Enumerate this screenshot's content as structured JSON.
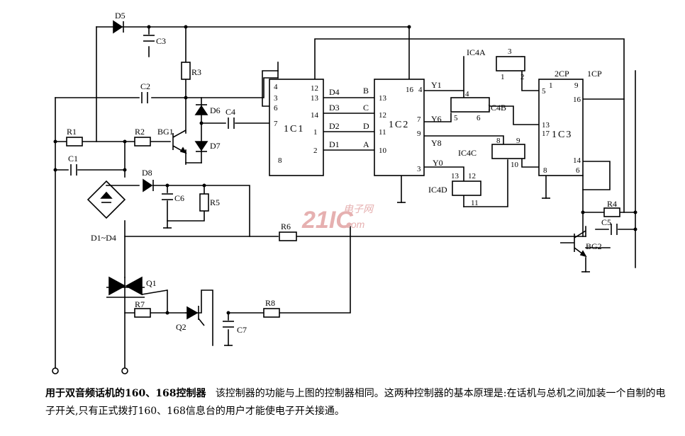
{
  "caption": {
    "title": "用于双音频话机的160、168控制器",
    "text": "该控制器的功能与上图的控制器相同。这两种控制器的基本原理是:在话机与总机之间加装一个自制的电子开关,只有正式拨打160、168信息台的用户才能使电子开关接通。"
  },
  "watermark": {
    "logo": "21IC",
    "site_top": "电子网",
    "site_bottom": ".com",
    "color": "#e6b0b0"
  },
  "components": {
    "d5": "D5",
    "c3": "C3",
    "r3": "R3",
    "c2": "C2",
    "d6": "D6",
    "c4": "C4",
    "d7": "D7",
    "r1": "R1",
    "r2": "R2",
    "bg1": "BG1",
    "c1": "C1",
    "d8": "D8",
    "c6": "C6",
    "r5": "R5",
    "bridge": "D1~D4",
    "r6": "R6",
    "q1": "Q1",
    "r7": "R7",
    "q2": "Q2",
    "c7": "C7",
    "r8": "R8",
    "r4": "R4",
    "c5": "C5",
    "bg2": "BG2"
  },
  "ics": {
    "ic1": "1C1",
    "ic2": "1C2",
    "ic3": "1C3",
    "ic4a": "IC4A",
    "ic4b": "IC4B",
    "ic4c": "IC4C",
    "ic4d": "IC4D"
  },
  "signals": {
    "d4": "D4",
    "d3": "D3",
    "d2": "D2",
    "d1": "D1",
    "b": "B",
    "c": "C",
    "d": "D",
    "a": "A",
    "y1": "Y1",
    "y6": "Y6",
    "y8": "Y8",
    "y0": "Y0",
    "cp2": "2CP",
    "cp1": "1CP"
  },
  "pins": {
    "ic1": {
      "p4": "4",
      "p3": "3",
      "p6": "6",
      "p7": "7",
      "p8": "8",
      "p12": "12",
      "p13": "13",
      "p14": "14",
      "p1": "1",
      "p2": "2"
    },
    "ic2": {
      "p13": "13",
      "p12": "12",
      "p11": "11",
      "p10": "10",
      "p16": "16",
      "p4": "4",
      "p7": "7",
      "p9": "9",
      "p3": "3"
    },
    "ic3": {
      "p1": "1",
      "p9": "9",
      "p5": "5",
      "p16": "16",
      "p13": "13",
      "p17": "17",
      "p14": "14",
      "p8": "8",
      "p6": "6"
    },
    "ic4a": {
      "p3": "3",
      "p1": "1",
      "p2": "2"
    },
    "ic4b": {
      "p4": "4",
      "p5": "5",
      "p6": "6"
    },
    "ic4c": {
      "p8": "8",
      "p9": "9",
      "p10": "10"
    },
    "ic4d": {
      "p13": "13",
      "p12": "12",
      "p11": "11"
    }
  }
}
